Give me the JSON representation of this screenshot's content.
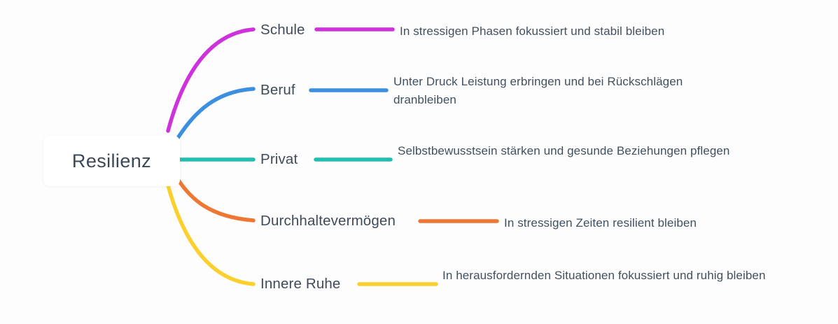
{
  "diagram": {
    "type": "mindmap",
    "root": {
      "label": "Resilienz"
    },
    "branches": [
      {
        "label": "Schule",
        "color": "#CE33DB",
        "detail": "In stressigen Phasen fokussiert und stabil bleiben"
      },
      {
        "label": "Beruf",
        "color": "#3B8FE0",
        "detail": "Unter Druck Leistung erbringen und bei Rückschlägen dranbleiben"
      },
      {
        "label": "Privat",
        "color": "#1EBFAE",
        "detail": "Selbstbewusstsein stärken und gesunde Beziehungen pflegen"
      },
      {
        "label": "Durchhaltevermögen",
        "color": "#EE7733",
        "detail": "In stressigen Zeiten resilient bleiben"
      },
      {
        "label": "Innere Ruhe",
        "color": "#FBD02C",
        "detail": "In herausfordernden Situationen fokussiert und ruhig bleiben"
      }
    ]
  }
}
